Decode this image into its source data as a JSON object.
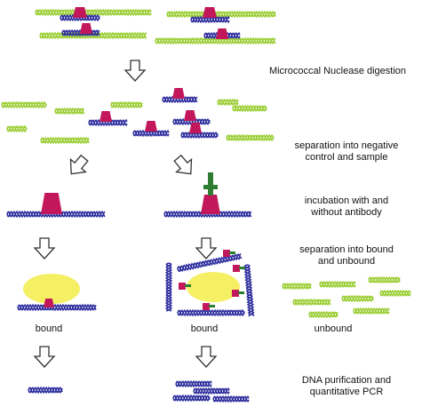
{
  "diagram": {
    "steps": [
      {
        "lines": [
          "Micrococcal Nuclease digestion"
        ]
      },
      {
        "lines": [
          "separation into negative",
          "control and sample"
        ]
      },
      {
        "lines": [
          "incubation with and",
          "without antibody"
        ]
      },
      {
        "lines": [
          "separation into bound",
          "and unbound"
        ]
      },
      {
        "lines": [
          "DNA purification and",
          "quantitative PCR"
        ]
      }
    ],
    "bound_left": "bound",
    "bound_right": "bound",
    "unbound": "unbound"
  },
  "colors": {
    "linker_dna": "#9acd32",
    "nucleosome_dna": "#2e2e9e",
    "histone": "#c2185b",
    "antibody": "#2e7d32",
    "bead": "#f5ef63",
    "arrow_stroke": "#333333"
  }
}
